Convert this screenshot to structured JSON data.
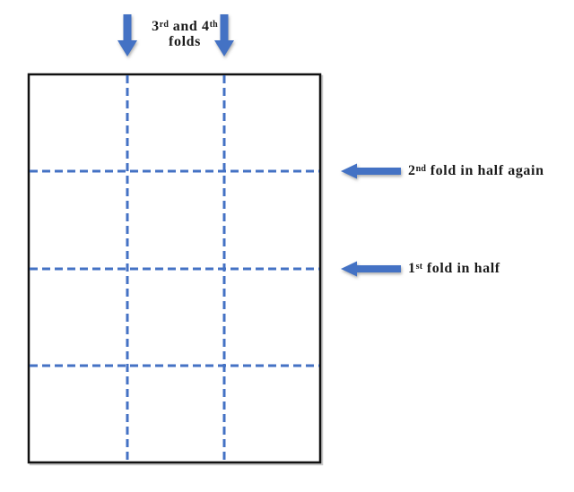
{
  "colors": {
    "fold_arrow": "#4472C4",
    "fold_line": "#4472C4",
    "paper_border": "#111111",
    "label_text": "#1a1a1a"
  },
  "labels": {
    "top_folds": {
      "num1": "3",
      "sup1": "rd",
      "middle": " and 4",
      "sup2": "th",
      "line2": "folds"
    },
    "second_fold": {
      "num": "2",
      "sup": "nd",
      "text": " fold in half again"
    },
    "first_fold": {
      "num": "1",
      "sup": "st",
      "text": " fold in half"
    }
  }
}
